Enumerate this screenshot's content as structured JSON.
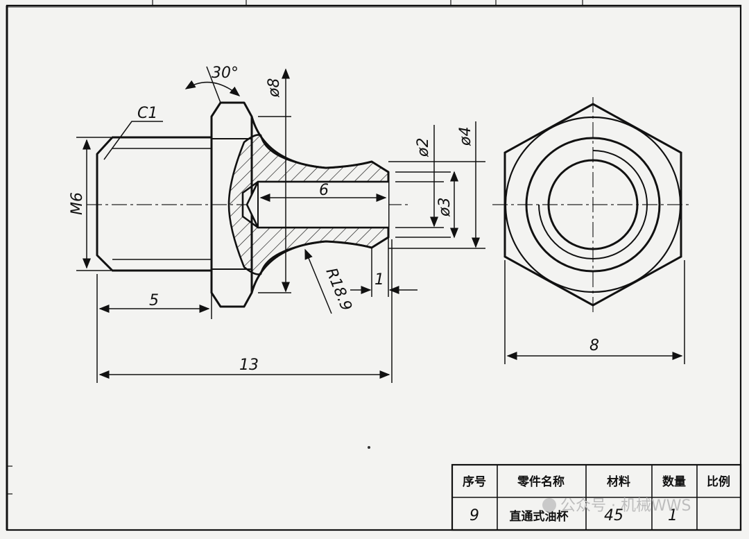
{
  "drawing": {
    "dimensions": {
      "chamfer": "C1",
      "angle": "30°",
      "dia8": "ø8",
      "dia2": "ø2",
      "dia4": "ø4",
      "dia3": "ø3",
      "thread": "M6",
      "bore_len": "6",
      "radius": "R18.9",
      "lip": "1",
      "head_len": "5",
      "total_len": "13",
      "hex_width": "8"
    }
  },
  "title_block": {
    "headers": [
      "序号",
      "零件名称",
      "材料",
      "数量",
      "比例"
    ],
    "values": [
      "9",
      "直通式油杯",
      "45",
      "1",
      ""
    ]
  },
  "watermark": "公众号 · 机械WWS"
}
